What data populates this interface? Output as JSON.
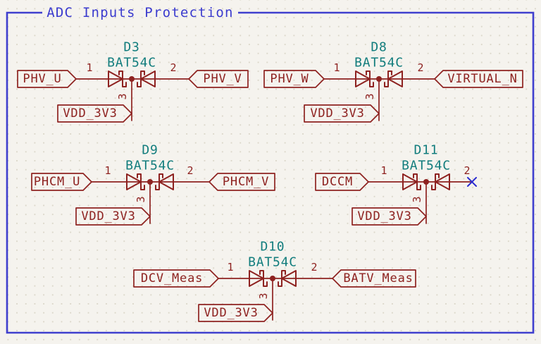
{
  "sheet": {
    "title": "ADC Inputs Protection"
  },
  "colors": {
    "wire_red": "#8e2220",
    "value_teal": "#127d7d",
    "frame_blue": "#3f3fce",
    "no_connect_blue": "#2c2cd0",
    "background": "#f5f3ee",
    "grid_dot": "#dcd8cb"
  },
  "circuits": [
    {
      "ref": "D3",
      "value": "BAT54C",
      "pins": {
        "p1": "1",
        "p2": "2",
        "p3": "3"
      },
      "left": "PHV_U",
      "right": "PHV_V",
      "supply": "VDD_3V3",
      "no_connect": false
    },
    {
      "ref": "D8",
      "value": "BAT54C",
      "pins": {
        "p1": "1",
        "p2": "2",
        "p3": "3"
      },
      "left": "PHV_W",
      "right": "VIRTUAL_N",
      "supply": "VDD_3V3",
      "no_connect": false
    },
    {
      "ref": "D9",
      "value": "BAT54C",
      "pins": {
        "p1": "1",
        "p2": "2",
        "p3": "3"
      },
      "left": "PHCM_U",
      "right": "PHCM_V",
      "supply": "VDD_3V3",
      "no_connect": false
    },
    {
      "ref": "D11",
      "value": "BAT54C",
      "pins": {
        "p1": "1",
        "p2": "2",
        "p3": "3"
      },
      "left": "DCCM",
      "right": "",
      "supply": "VDD_3V3",
      "no_connect": true
    },
    {
      "ref": "D10",
      "value": "BAT54C",
      "pins": {
        "p1": "1",
        "p2": "2",
        "p3": "3"
      },
      "left": "DCV_Meas",
      "right": "BATV_Meas",
      "supply": "VDD_3V3",
      "no_connect": false
    }
  ]
}
